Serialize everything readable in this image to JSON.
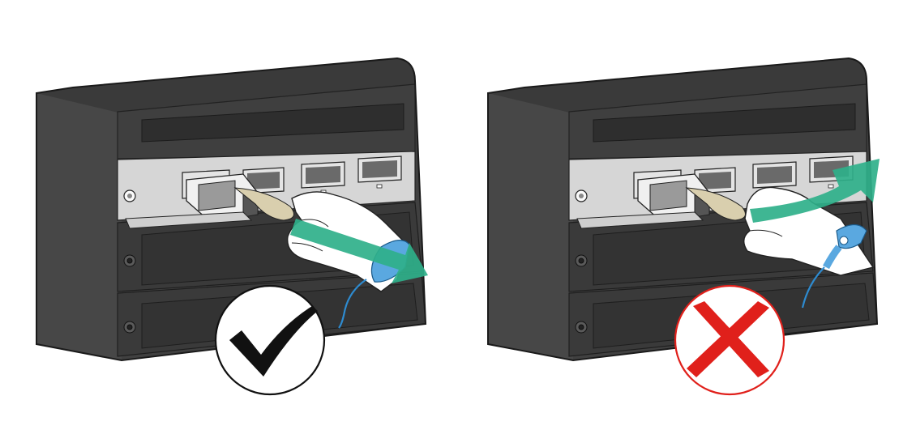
{
  "scene": {
    "panels": [
      {
        "id": "correct",
        "verdict": "correct",
        "verdict_mark": "check-mark-icon",
        "arrow_direction": "horizontal-outward",
        "colors": {
          "verdict": "#000000",
          "arrow": "#2fb08a"
        }
      },
      {
        "id": "incorrect",
        "verdict": "incorrect",
        "verdict_mark": "cross-mark-icon",
        "arrow_direction": "upward-angled",
        "colors": {
          "verdict": "#e0201b",
          "arrow": "#2fb08a"
        }
      }
    ],
    "colors": {
      "chassis_dark": "#3d3d3d",
      "chassis_mid": "#4a4a4a",
      "chassis_light": "#5a5a5a",
      "card_panel": "#d8d8d8",
      "glove": "#ffffff",
      "wrist_strap": "#5aa8e0"
    }
  }
}
